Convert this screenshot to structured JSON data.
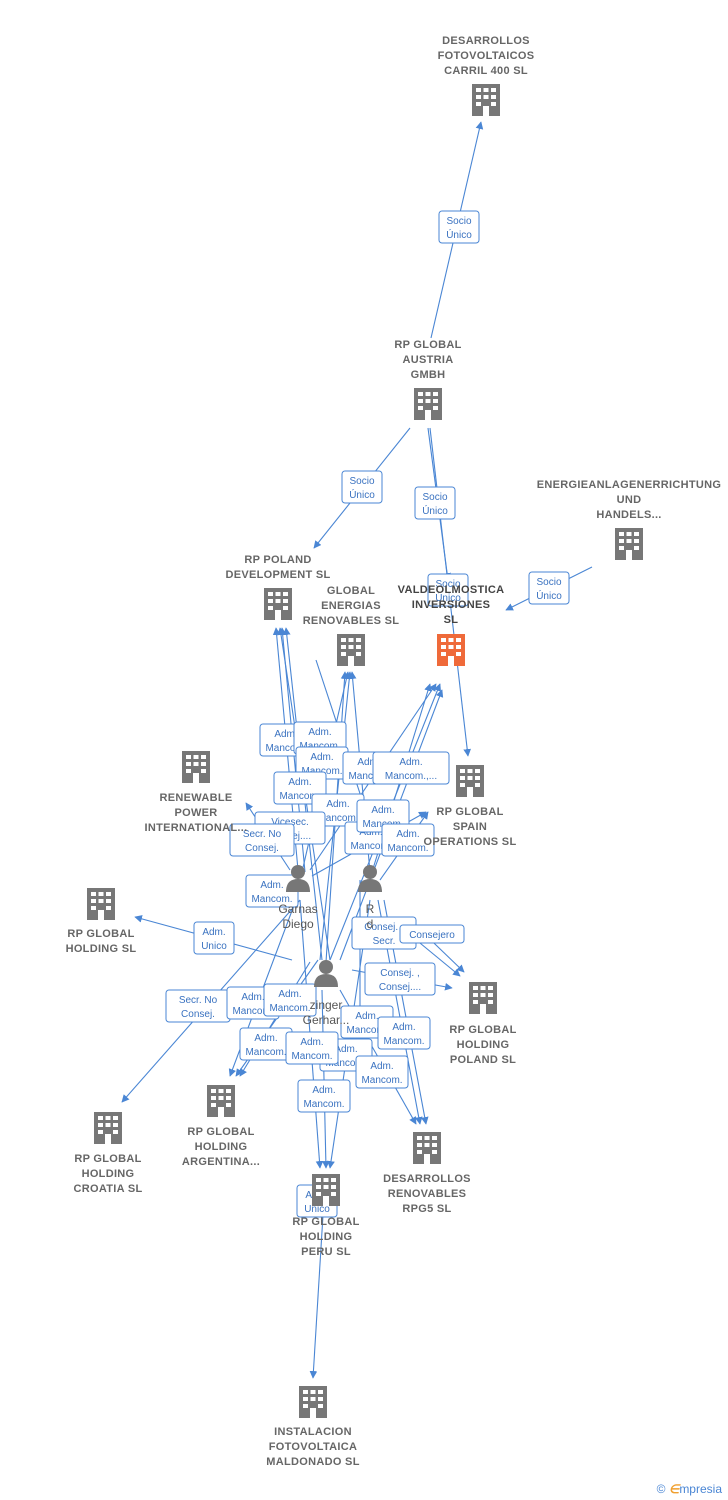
{
  "colors": {
    "edge": "#4a86d4",
    "building": "#777777",
    "focus": "#ef6a3a",
    "label": "#666666"
  },
  "nodes": [
    {
      "id": "carril",
      "type": "company",
      "lines": [
        "DESARROLLOS",
        "FOTOVOLTAICOS",
        "CARRIL 400  SL"
      ]
    },
    {
      "id": "austria",
      "type": "company",
      "lines": [
        "RP GLOBAL",
        "AUSTRIA",
        "GMBH"
      ]
    },
    {
      "id": "energie",
      "type": "company",
      "lines": [
        "ENERGIEANLAGENERRICHTUNG",
        "UND",
        "HANDELS..."
      ]
    },
    {
      "id": "poland_dev",
      "type": "company",
      "lines": [
        "RP POLAND",
        "DEVELOPMENT SL"
      ]
    },
    {
      "id": "global_energias",
      "type": "company",
      "lines": [
        "GLOBAL",
        "ENERGIAS",
        "RENOVABLES SL"
      ]
    },
    {
      "id": "valdeolmos",
      "type": "company",
      "focus": true,
      "lines": [
        "VALDEOLMOSTICA",
        "INVERSIONES",
        "SL"
      ]
    },
    {
      "id": "renewable_power",
      "type": "company",
      "lines": [
        "RENEWABLE",
        "POWER",
        "INTERNATIONAL..."
      ]
    },
    {
      "id": "spain_ops",
      "type": "company",
      "lines": [
        "RP GLOBAL",
        "SPAIN",
        "OPERATIONS SL"
      ]
    },
    {
      "id": "holding",
      "type": "company",
      "lines": [
        "RP GLOBAL",
        "HOLDING SL"
      ]
    },
    {
      "id": "holding_poland",
      "type": "company",
      "lines": [
        "RP GLOBAL",
        "HOLDING",
        "POLAND SL"
      ]
    },
    {
      "id": "argentina",
      "type": "company",
      "lines": [
        "RP GLOBAL",
        "HOLDING",
        "ARGENTINA..."
      ]
    },
    {
      "id": "croatia",
      "type": "company",
      "lines": [
        "RP GLOBAL",
        "HOLDING",
        "CROATIA SL"
      ]
    },
    {
      "id": "rpg5",
      "type": "company",
      "lines": [
        "DESARROLLOS",
        "RENOVABLES",
        "RPG5  SL"
      ]
    },
    {
      "id": "peru",
      "type": "company",
      "lines": [
        "RP GLOBAL",
        "HOLDING",
        "PERU  SL"
      ]
    },
    {
      "id": "maldonado",
      "type": "company",
      "lines": [
        "INSTALACION",
        "FOTOVOLTAICA",
        "MALDONADO SL"
      ]
    },
    {
      "id": "diego",
      "type": "person",
      "lines": [
        "Garnas",
        "Diego"
      ]
    },
    {
      "id": "gerhard",
      "type": "person",
      "lines": [
        "zinger",
        "Gerhar..."
      ]
    },
    {
      "id": "rv",
      "type": "person",
      "lines": [
        "R",
        "d"
      ]
    }
  ],
  "edge_labels": [
    [
      "Socio",
      "Único"
    ],
    [
      "Socio",
      "Único"
    ],
    [
      "Socio",
      "Único"
    ],
    [
      "Socio",
      "Único"
    ],
    [
      "Socio",
      "Único"
    ],
    [
      "Adm.",
      "Mancom."
    ],
    [
      "Adm.",
      "Mancom."
    ],
    [
      "Adm.",
      "Mancom."
    ],
    [
      "Adm.",
      "Mancom."
    ],
    [
      "Adm.",
      "Mancom."
    ],
    [
      "Adm.",
      "Mancom.,..."
    ],
    [
      "Adm.",
      "Mancom."
    ],
    [
      "Vicesec.",
      "Consej...."
    ],
    [
      "Adm.",
      "Mancom."
    ],
    [
      "Secr.  No",
      "Consej."
    ],
    [
      "Adm.",
      "Mancom."
    ],
    [
      "Adm.",
      "Mancom."
    ],
    [
      "Adm.",
      "Mancom."
    ],
    [
      "Adm.",
      "Unico"
    ],
    [
      "Consej. ,",
      "Secr."
    ],
    [
      "Consejero"
    ],
    [
      "Consej. ,",
      "Consej...."
    ],
    [
      "Secr.  No",
      "Consej."
    ],
    [
      "Adm.",
      "Mancom."
    ],
    [
      "Adm.",
      "Mancom."
    ],
    [
      "Adm.",
      "Mancom."
    ],
    [
      "Adm.",
      "Mancom."
    ],
    [
      "Adm.",
      "Mancom."
    ],
    [
      "Adm.",
      "Mancom."
    ],
    [
      "Adm.",
      "Mancom."
    ],
    [
      "Adm.",
      "Mancom."
    ],
    [
      "Adm.",
      "Mancom."
    ],
    [
      "Adm.",
      "Unico"
    ]
  ],
  "footer": {
    "copyright": "©",
    "brand_e": "∈",
    "brand_rest": "mpresia"
  }
}
